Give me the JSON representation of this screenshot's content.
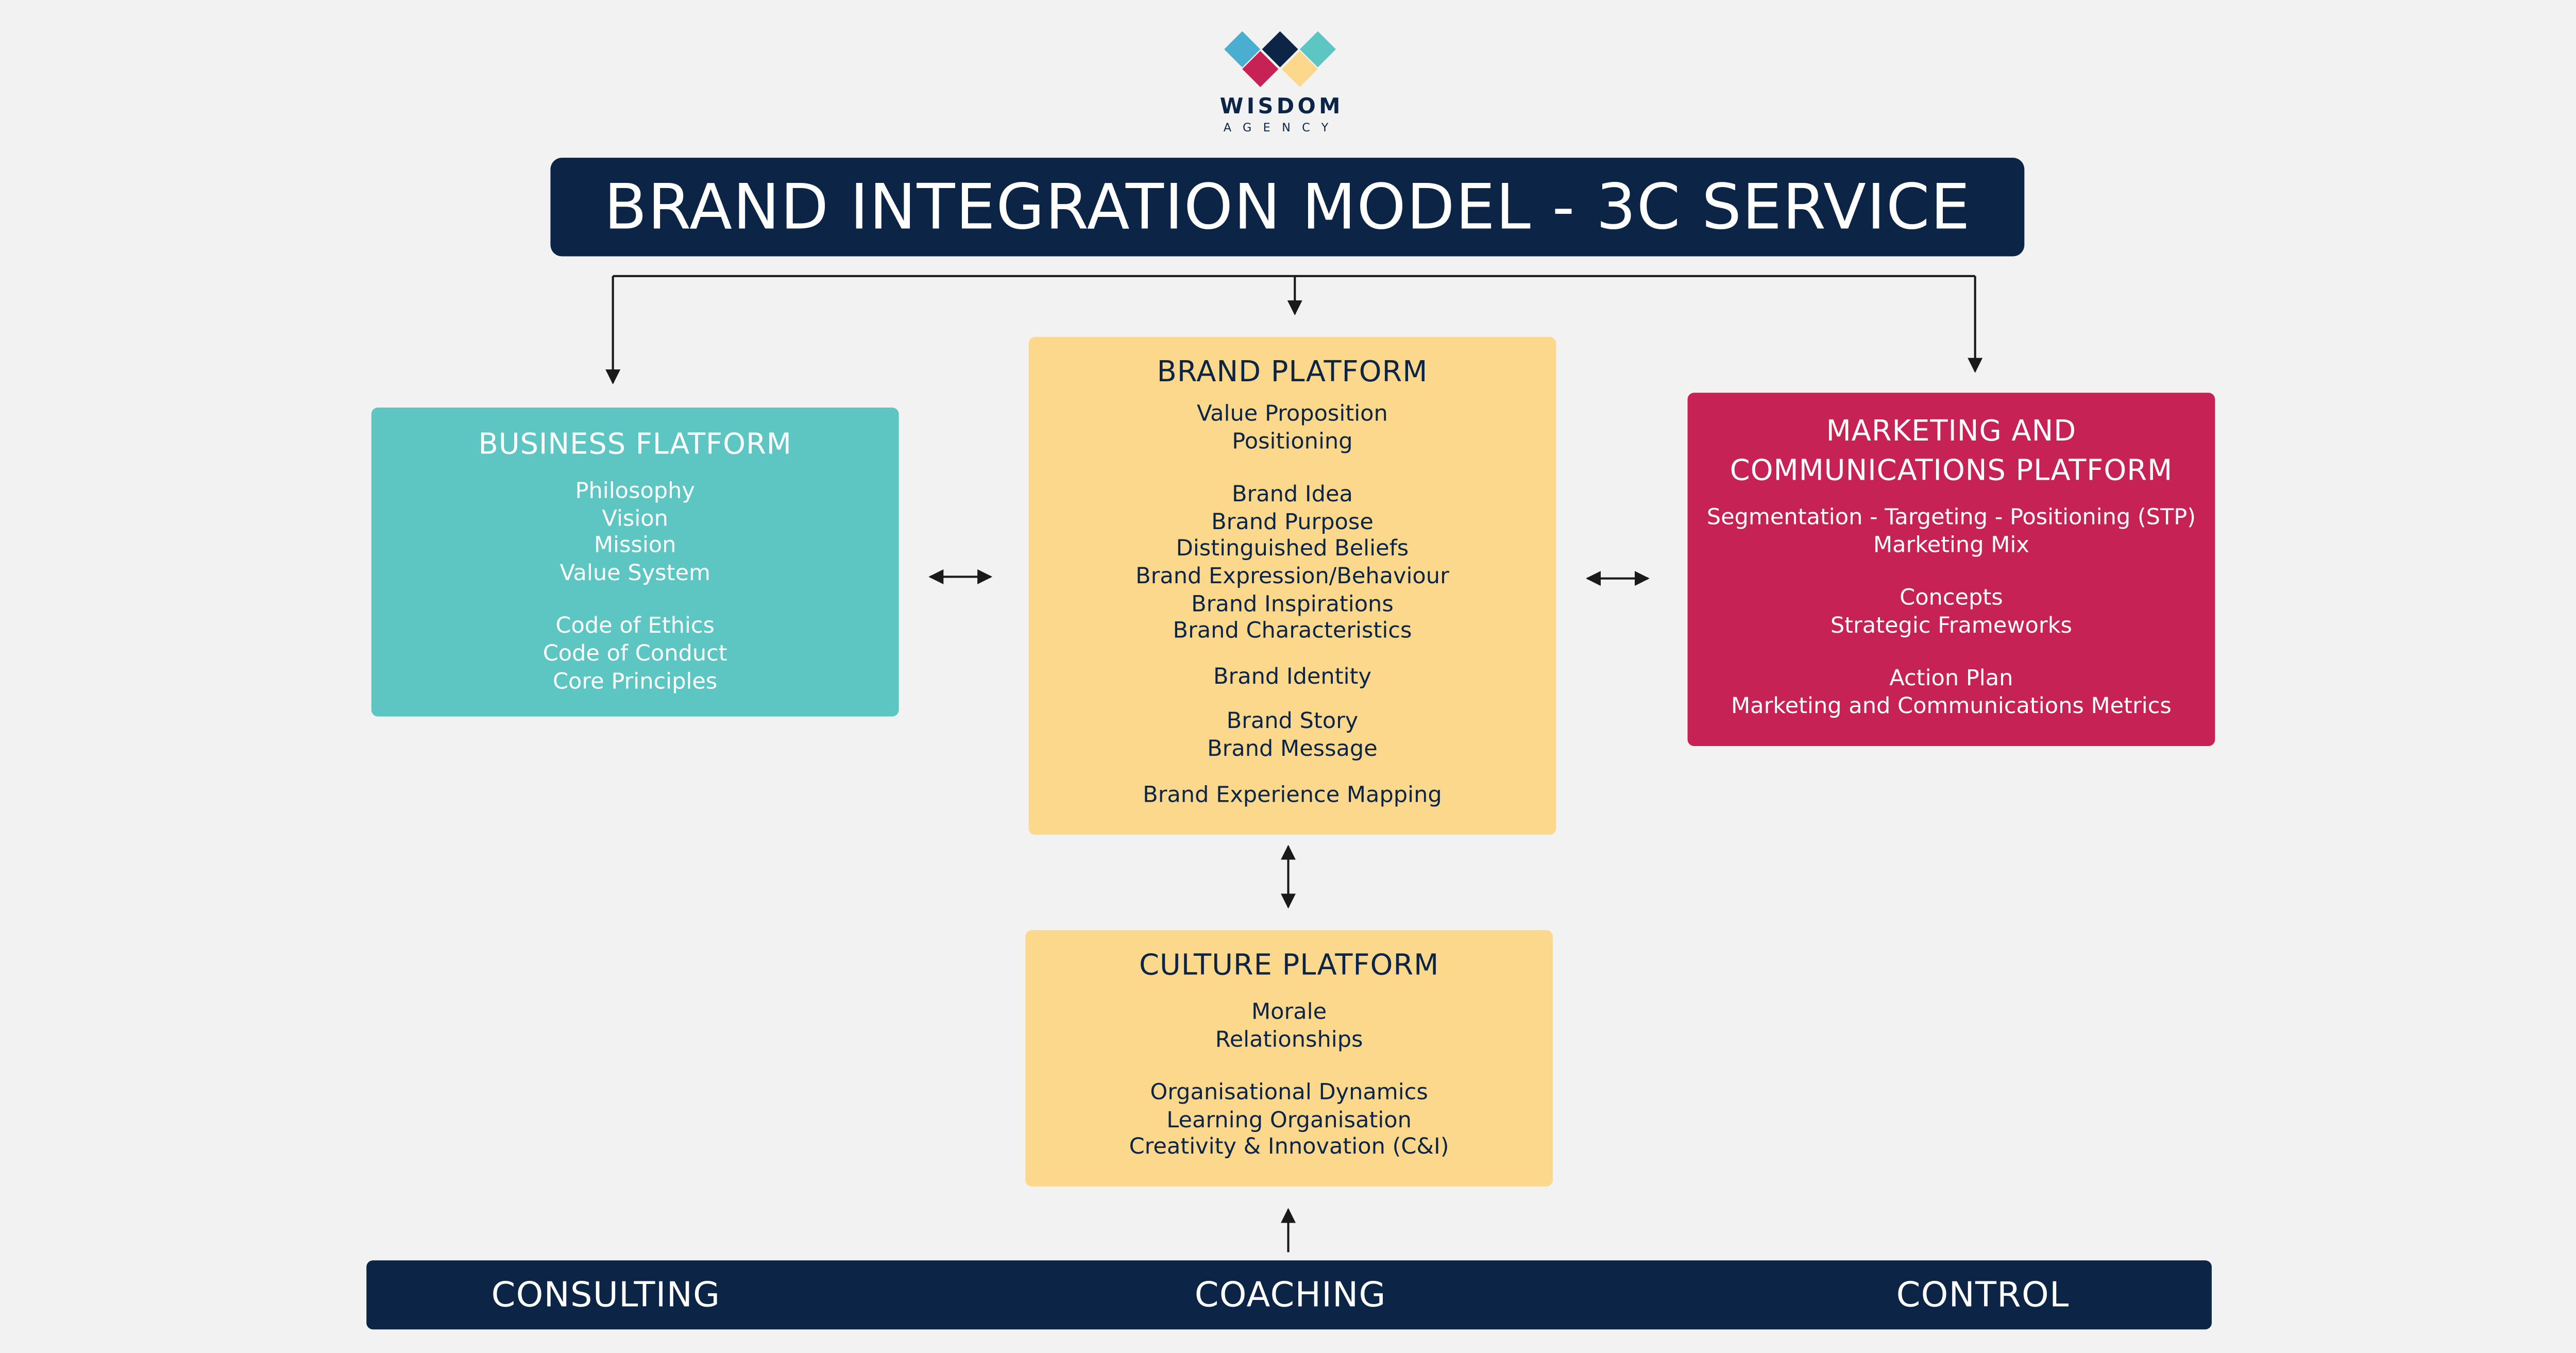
{
  "logo": {
    "name": "WISDOM",
    "subtitle": "AGENCY",
    "colors": [
      "#4aaed0",
      "#0c2546",
      "#5ec6c2",
      "#c72256",
      "#fcd88c"
    ]
  },
  "title": "BRAND INTEGRATION MODEL - 3C SERVICE",
  "business_platform": {
    "title": "BUSINESS FLATFORM",
    "color": "#5ec6c2",
    "groups": [
      [
        "Philosophy",
        "Vision",
        "Mission",
        "Value System"
      ],
      [
        "Code of Ethics",
        "Code of Conduct",
        "Core Principles"
      ]
    ]
  },
  "brand_platform": {
    "title": "BRAND PLATFORM",
    "color": "#fcd88c",
    "groups": [
      [
        "Value Proposition",
        "Positioning"
      ],
      [
        "Brand Idea",
        "Brand Purpose",
        "Distinguished Beliefs",
        "Brand Expression/Behaviour",
        "Brand Inspirations",
        "Brand Characteristics"
      ],
      [
        "Brand Identity"
      ],
      [
        "Brand Story",
        "Brand Message"
      ],
      [
        "Brand Experience Mapping"
      ]
    ]
  },
  "marketing_platform": {
    "title_line1": "MARKETING AND",
    "title_line2": "COMMUNICATIONS PLATFORM",
    "color": "#c72256",
    "groups": [
      [
        "Segmentation - Targeting - Positioning (STP)",
        "Marketing Mix"
      ],
      [
        "Concepts",
        "Strategic Frameworks"
      ],
      [
        "Action Plan",
        "Marketing and Communications Metrics"
      ]
    ]
  },
  "culture_platform": {
    "title": "CULTURE PLATFORM",
    "color": "#fcd88c",
    "groups": [
      [
        "Morale",
        "Relationships"
      ],
      [
        "Organisational Dynamics",
        "Learning Organisation",
        "Creativity & Innovation (C&I)"
      ]
    ]
  },
  "bottom_bar": {
    "labels": [
      "CONSULTING",
      "COACHING",
      "CONTROL"
    ],
    "color": "#0c2546"
  }
}
